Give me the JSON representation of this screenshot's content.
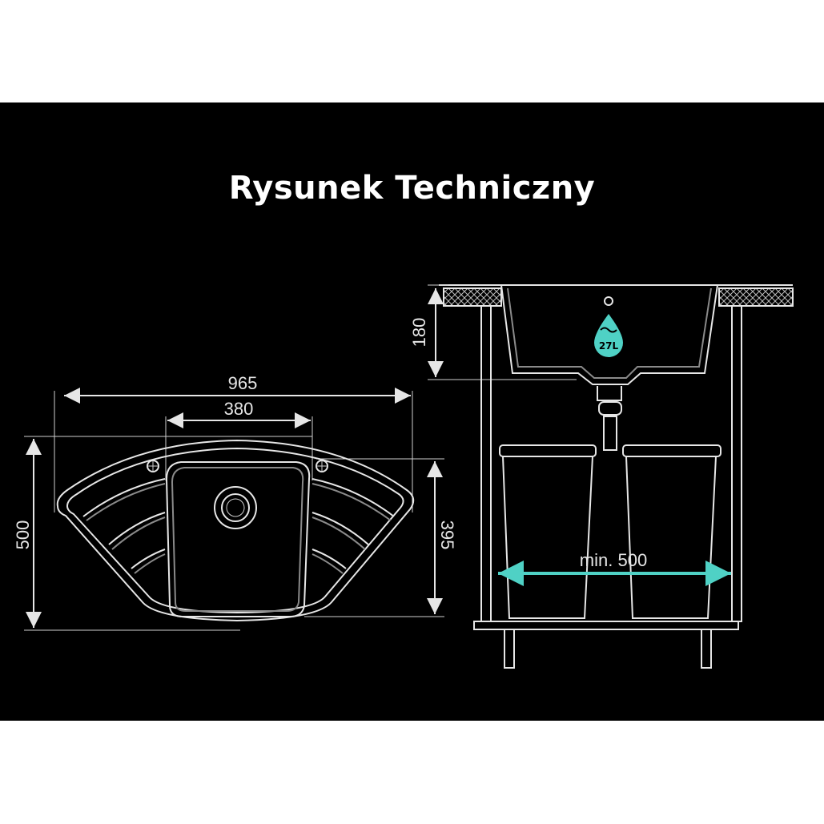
{
  "title": "Rysunek Techniczny",
  "top_view": {
    "width_total": "965",
    "bowl_width": "380",
    "depth_total": "500",
    "depth_side": "395"
  },
  "side_view": {
    "bowl_depth": "180",
    "volume_label": "27L",
    "cabinet_min": "min. 500"
  },
  "colors": {
    "background": "#000000",
    "lines": "#e6e6e6",
    "accent": "#4fd1c5"
  }
}
